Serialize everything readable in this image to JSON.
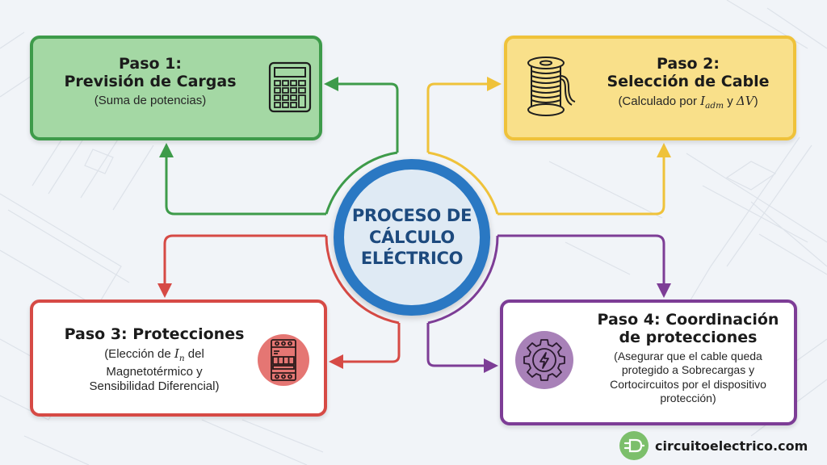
{
  "diagram": {
    "center": {
      "line1": "PROCESO DE",
      "line2": "CÁLCULO",
      "line3": "ELÉCTRICO",
      "color": "#2a78c3"
    },
    "steps": [
      {
        "title_line1": "Paso 1:",
        "title_line2": "Previsión de Cargas",
        "subtitle": "(Suma de potencias)",
        "icon": "calculator-icon",
        "color": "#3e9b4a",
        "fill": "#a4d8a4"
      },
      {
        "title_line1": "Paso 2:",
        "title_line2": "Selección de Cable",
        "subtitle_prefix": "(Calculado por ",
        "subtitle_var": "I",
        "subtitle_var_sub": "adm",
        "subtitle_mid": " y ",
        "subtitle_var2": "ΔV",
        "subtitle_suffix": ")",
        "icon": "cable-spool-icon",
        "color": "#efc23a",
        "fill": "#f9e08a"
      },
      {
        "title": "Paso 3: Protecciones",
        "subtitle_prefix": "(Elección de ",
        "subtitle_var": "I",
        "subtitle_var_sub": "n",
        "subtitle_line1_suffix": " del",
        "subtitle_line2": "Magnetotérmico y",
        "subtitle_line3": "Sensibilidad Diferencial)",
        "icon": "circuit-breaker-icon",
        "color": "#d64a45",
        "fill": "#ffffff"
      },
      {
        "title_line1": "Paso 4: Coordinación",
        "title_line2": "de protecciones",
        "subtitle_line1": "(Asegurar que el cable queda",
        "subtitle_line2": "protegido a Sobrecargas y",
        "subtitle_line3": "Cortocircuitos por el dispositivo",
        "subtitle_line4": "protección)",
        "icon": "gear-lightning-icon",
        "color": "#7d3d96",
        "fill": "#ffffff"
      }
    ]
  },
  "brand": {
    "text": "circuitoelectrico.com",
    "icon": "plug-icon"
  }
}
